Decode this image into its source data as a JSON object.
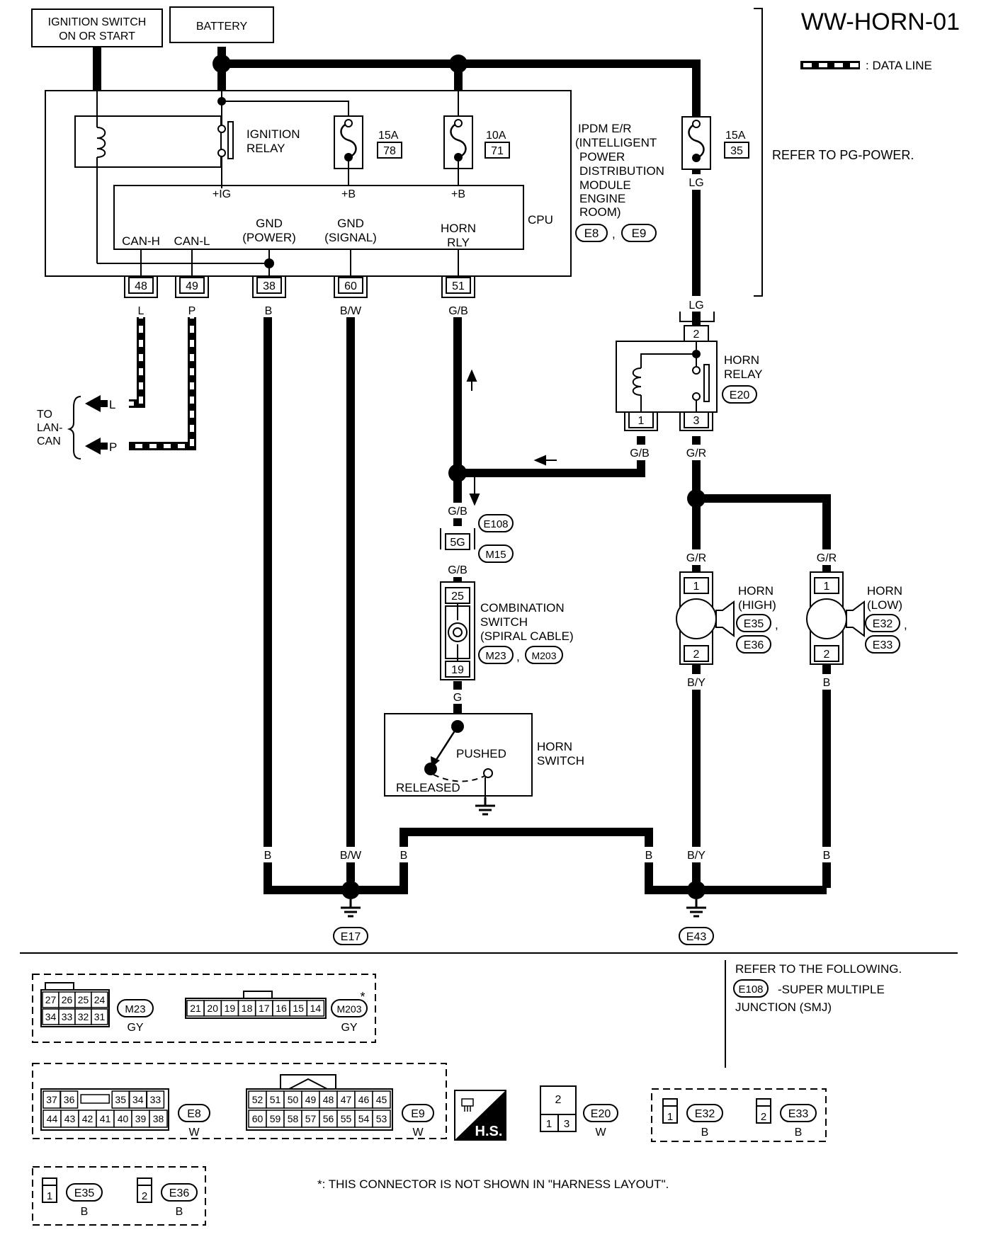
{
  "title": "WW-HORN-01",
  "legend": {
    "data_line": ": DATA LINE"
  },
  "boxes": {
    "ignition_switch": [
      "IGNITION SWITCH",
      "ON OR START"
    ],
    "battery": "BATTERY"
  },
  "ipdm": {
    "ignition_relay": [
      "IGNITION",
      "RELAY"
    ],
    "fuse78": {
      "amp": "15A",
      "num": "78"
    },
    "fuse71": {
      "amp": "10A",
      "num": "71"
    },
    "fuse35": {
      "amp": "15A",
      "num": "35"
    },
    "lines": [
      "IPDM E/R",
      "(INTELLIGENT",
      "POWER",
      "DISTRIBUTION",
      "MODULE",
      "ENGINE",
      "ROOM)"
    ],
    "conn1": "E8",
    "conn2": "E9",
    "refer": "REFER TO PG-POWER.",
    "cpu": "CPU",
    "ig": "+IG",
    "b1": "+B",
    "b2": "+B",
    "canh": "CAN-H",
    "canl": "CAN-L",
    "gnd_power": [
      "GND",
      "(POWER)"
    ],
    "gnd_signal": [
      "GND",
      "(SIGNAL)"
    ],
    "horn_rly": [
      "HORN",
      "RLY"
    ],
    "pins": [
      "48",
      "49",
      "38",
      "60",
      "51"
    ]
  },
  "wires": {
    "canh": "L",
    "canl": "P",
    "p38": "B",
    "p60": "B/W",
    "p51": "G/B",
    "lg_top": "LG",
    "lg_bot": "LG",
    "relay1": "G/B",
    "relay3": "G/R",
    "gb_a": "G/B",
    "gb_b": "G/B",
    "g": "G",
    "gr_high": "G/R",
    "gr_low": "G/R",
    "by_high": "B/Y",
    "b_low": "B",
    "g1_b": "B",
    "g1_bw": "B/W",
    "g1_b2": "B",
    "g2_b": "B",
    "g2_by": "B/Y",
    "g2_b2": "B"
  },
  "lan": {
    "to": [
      "TO",
      "LAN-",
      "CAN"
    ],
    "l": "L",
    "p": "P"
  },
  "horn_relay": {
    "label": [
      "HORN",
      "RELAY"
    ],
    "conn": "E20",
    "pin2": "2",
    "pin1": "1",
    "pin3": "3"
  },
  "smj": {
    "conn1": "E108",
    "pin": "5G",
    "conn2": "M15"
  },
  "combo_switch": {
    "label": [
      "COMBINATION",
      "SWITCH",
      "(SPIRAL CABLE)"
    ],
    "conn1": "M23",
    "conn2": "M203",
    "pin25": "25",
    "pin19": "19"
  },
  "horn_switch": {
    "label": [
      "HORN",
      "SWITCH"
    ],
    "pushed": "PUSHED",
    "released": "RELEASED"
  },
  "horn_high": {
    "label": [
      "HORN",
      "(HIGH)"
    ],
    "conn1": "E35",
    "conn2": "E36",
    "pin1": "1",
    "pin2": "2"
  },
  "horn_low": {
    "label": [
      "HORN",
      "(LOW)"
    ],
    "conn1": "E32",
    "conn2": "E33",
    "pin1": "1",
    "pin2": "2"
  },
  "grounds": {
    "g1": "E17",
    "g2": "E43"
  },
  "bottom": {
    "refer_title": "REFER TO THE FOLLOWING.",
    "refer_conn": "E108",
    "refer_text": [
      "-SUPER MULTIPLE",
      "JUNCTION (SMJ)"
    ],
    "m23": {
      "name": "M23",
      "color": "GY",
      "row1": [
        "27",
        "26",
        "25",
        "24"
      ],
      "row2": [
        "34",
        "33",
        "32",
        "31"
      ]
    },
    "m203": {
      "name": "M203",
      "color": "GY",
      "row": [
        "21",
        "20",
        "19",
        "18",
        "17",
        "16",
        "15",
        "14"
      ],
      "star": "*"
    },
    "e8": {
      "name": "E8",
      "color": "W",
      "row1": [
        "37",
        "36",
        "",
        "35",
        "34",
        "33"
      ],
      "row2": [
        "44",
        "43",
        "42",
        "41",
        "40",
        "39",
        "38"
      ]
    },
    "e9": {
      "name": "E9",
      "color": "W",
      "row1": [
        "52",
        "51",
        "50",
        "49",
        "48",
        "47",
        "46",
        "45"
      ],
      "row2": [
        "60",
        "59",
        "58",
        "57",
        "56",
        "55",
        "54",
        "53"
      ]
    },
    "hs": "H.S.",
    "e20": {
      "name": "E20",
      "color": "W",
      "top": "2",
      "bot": [
        "1",
        "3"
      ]
    },
    "e32": {
      "name": "E32",
      "color": "B",
      "pin": "1"
    },
    "e33": {
      "name": "E33",
      "color": "B",
      "pin": "2"
    },
    "e35": {
      "name": "E35",
      "color": "B",
      "pin": "1"
    },
    "e36": {
      "name": "E36",
      "color": "B",
      "pin": "2"
    },
    "note": "*: THIS CONNECTOR IS NOT SHOWN IN \"HARNESS LAYOUT\"."
  }
}
